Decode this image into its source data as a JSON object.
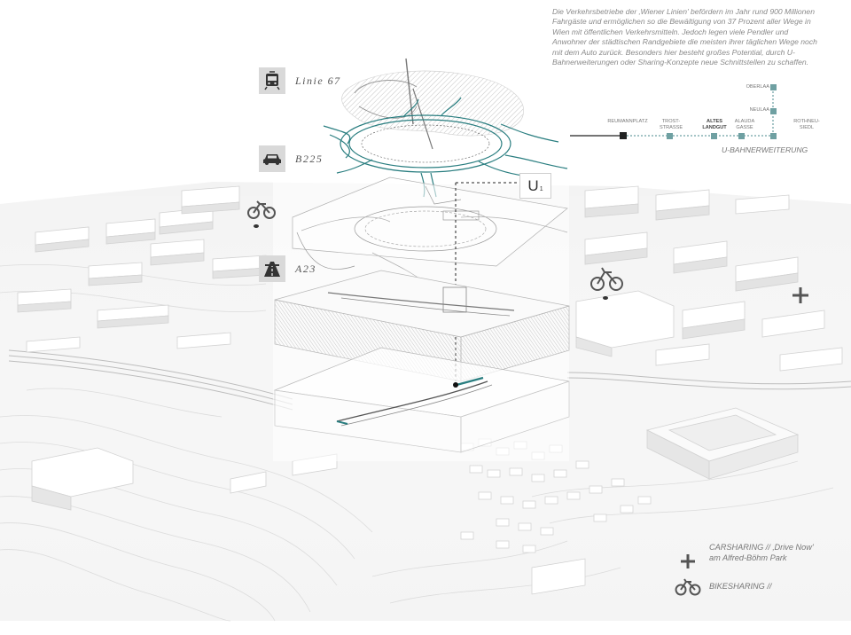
{
  "intro": {
    "paragraph": "Die Verkehrsbetriebe der ‚Wiener Linien' befördern im Jahr rund 900 Millionen Fahrgäste und ermöglichen so die Bewältigung von 37 Prozent aller Wege in Wien mit öffentlichen Verkehrsmitteln. Jedoch legen viele Pendler und Anwohner der städtischen Randgebiete die meisten ihrer täglichen Wege noch mit dem Auto zurück. Besonders hier besteht großes Potential, durch U-Bahnerweiterungen oder Sharing-Konzepte neue Schnittstellen zu schaffen."
  },
  "modes": [
    {
      "icon": "tram-icon",
      "label": "Linie 67"
    },
    {
      "icon": "car-icon",
      "label": "B225"
    },
    {
      "icon": "bicycle-icon",
      "label": ""
    },
    {
      "icon": "motorway-icon",
      "label": "A23"
    }
  ],
  "subway_badge": {
    "letter": "U",
    "line": "1"
  },
  "extension": {
    "label": "U-BAHNERWEITERUNG",
    "stations": [
      {
        "name": "REUMANNPLATZ",
        "bold": false
      },
      {
        "name": "TROST-\nSTRASSE",
        "bold": false
      },
      {
        "name": "ALTES\nLANDGUT",
        "bold": true
      },
      {
        "name": "ALAUDA\nGASSE",
        "bold": false
      },
      {
        "name": "ROTHNEU-\nSIEDL",
        "bold": false
      },
      {
        "name": "NEULAA",
        "bold": false
      },
      {
        "name": "OBERLAA",
        "bold": false
      }
    ],
    "colors": {
      "existing": "#222222",
      "extension": "#4a8a8c"
    }
  },
  "legend": [
    {
      "icon": "plus-icon",
      "text": "CARSHARING // ‚Drive Now' am Alfred-Böhm Park"
    },
    {
      "icon": "bicycle-icon",
      "text": "BIKESHARING //"
    }
  ],
  "colors": {
    "accent": "#2a7e80",
    "icon_bg": "#d9d9d9",
    "ink": "#555555"
  }
}
